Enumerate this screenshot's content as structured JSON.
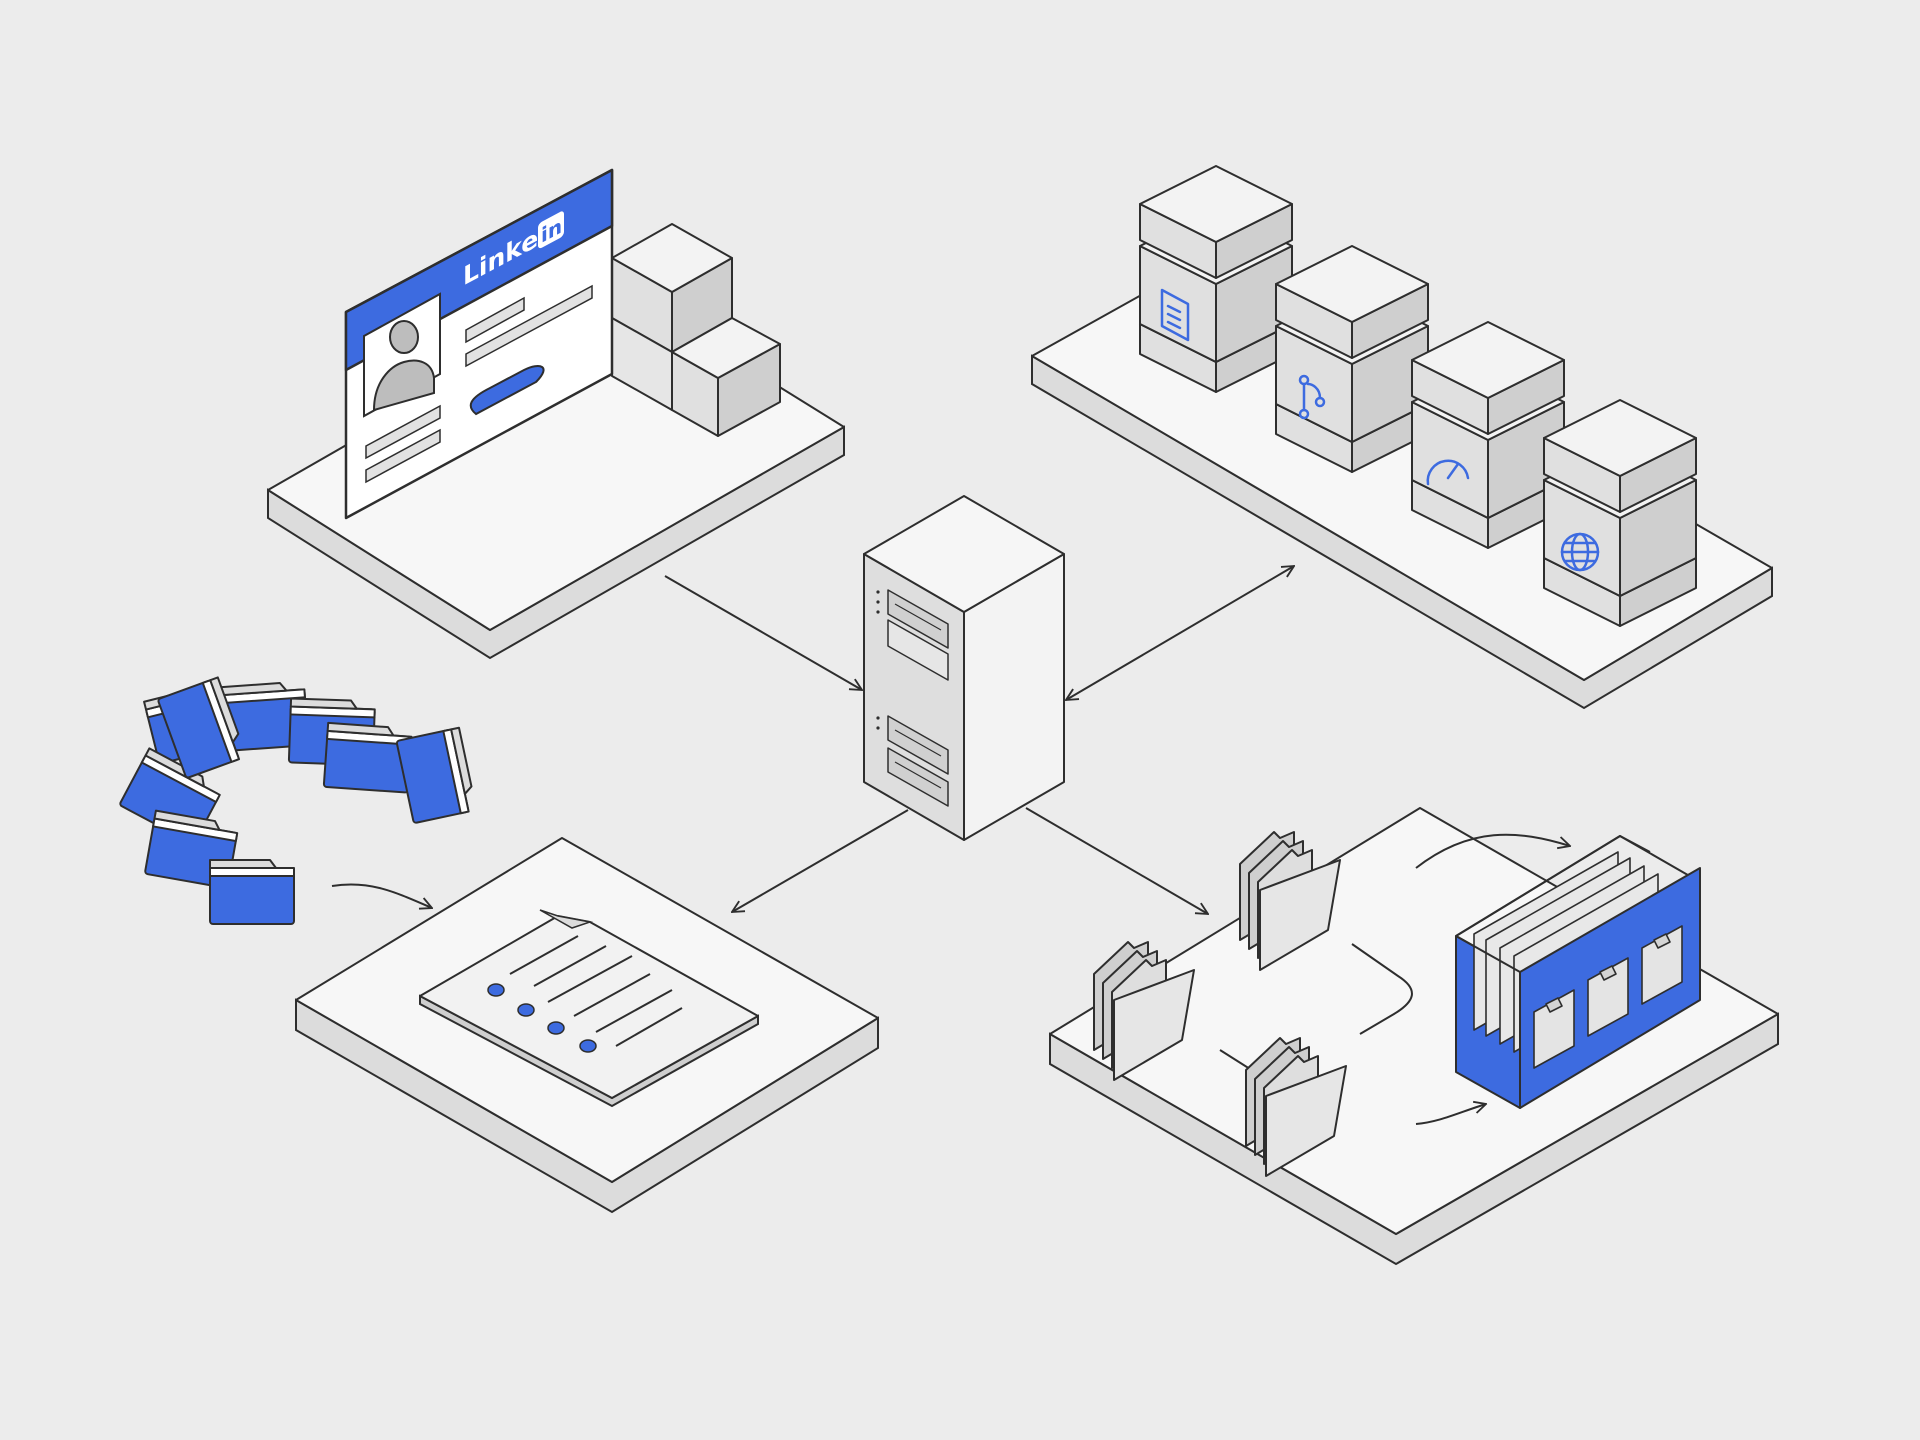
{
  "diagram": {
    "brand": {
      "word": "Linked",
      "badge": "in"
    },
    "colors": {
      "background": "#ececec",
      "accent": "#3d6be0",
      "outline": "#2e2e2e",
      "platform_top": "#f7f7f7",
      "platform_side": "#dcdcdc",
      "box_top": "#f3f3f3",
      "box_left": "#e0e0e0",
      "box_right": "#cfcfcf",
      "folder_fill": "#dedede"
    },
    "nodes": [
      {
        "id": "profile-platform",
        "icons": [
          "person-icon"
        ]
      },
      {
        "id": "services-platform",
        "icons": [
          "document-icon",
          "git-branch-icon",
          "speedometer-icon",
          "globe-icon"
        ]
      },
      {
        "id": "central-server",
        "icons": [
          "server-rack-icon"
        ]
      },
      {
        "id": "document-platform",
        "icons": [
          "document-list-icon"
        ]
      },
      {
        "id": "folders-platform",
        "icons": [
          "folder-icon",
          "file-cabinet-icon"
        ]
      },
      {
        "id": "folder-carousel",
        "icons": [
          "folder-icon"
        ]
      }
    ],
    "edges": [
      {
        "from": "profile-platform",
        "to": "central-server"
      },
      {
        "from": "central-server",
        "to": "services-platform",
        "bidirectional": true
      },
      {
        "from": "central-server",
        "to": "document-platform"
      },
      {
        "from": "central-server",
        "to": "folders-platform"
      },
      {
        "from": "folder-carousel",
        "to": "document-platform"
      }
    ]
  }
}
